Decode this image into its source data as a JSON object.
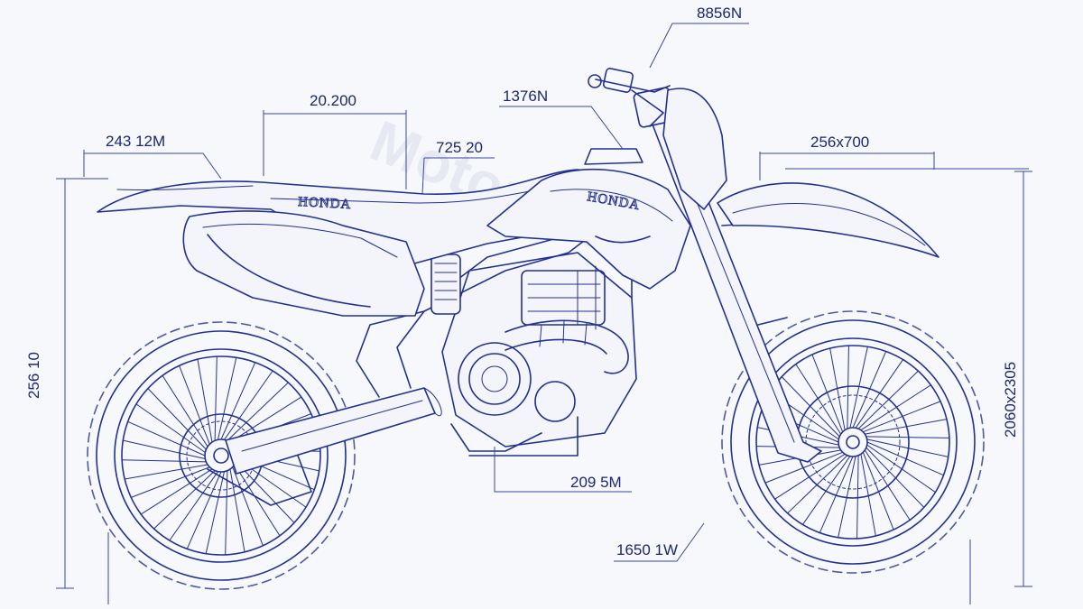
{
  "diagram": {
    "brand_text": "HONDA",
    "watermark_text": "Motors Lab",
    "colors": {
      "ink": "#24308f",
      "paper": "#f7f8fc"
    },
    "dimensions": {
      "top_center": "8856N",
      "handlebar": "1376N",
      "seat_length": "20.200",
      "rear_fender": "243 12M",
      "tank": "725 20",
      "front_fender": "256x700",
      "left_height": "256 10",
      "right_height": "2060x2305",
      "swingarm": "209 5M",
      "front_wheel": "1650 1W"
    }
  }
}
